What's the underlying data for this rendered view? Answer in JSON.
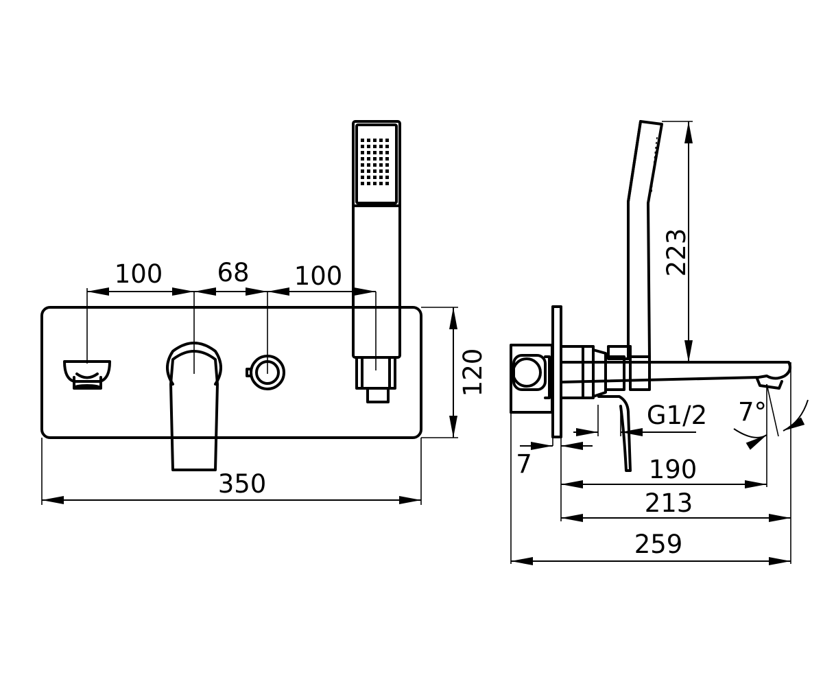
{
  "front_view": {
    "dimensions": {
      "left_to_diverter": "100",
      "diverter_to_handle": "68",
      "handle_to_holder": "100",
      "plate_height": "120",
      "plate_width": "350"
    }
  },
  "side_view": {
    "dimensions": {
      "shower_height": "223",
      "thread": "G1/2",
      "spout_angle": "7°",
      "plate_thickness": "7",
      "projection_1": "190",
      "projection_2": "213",
      "overall_depth": "259"
    }
  }
}
